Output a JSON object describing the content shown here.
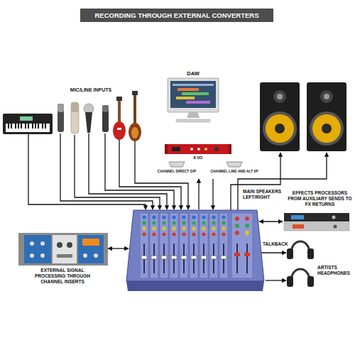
{
  "diagram": {
    "title": "RECORDING THROUGH EXTERNAL CONVERTERS",
    "labels": [
      "MIC/LINE INPUTS",
      "DAW",
      "8 I/O",
      "CHANNEL DIRECT O/P",
      "CHANNEL LINE AND ALT I/P",
      "MAIN SPEAKERS LEFT/RIGHT",
      "EFFECTS PROCESSORS FROM AUXILIARY SENDS TO FX RETURNS",
      "TALKBACK",
      "ARTISTS HEADPHONES",
      "EXTERNAL SIGNAL PROCESSING THROUGH CHANNEL INSERTS"
    ]
  }
}
